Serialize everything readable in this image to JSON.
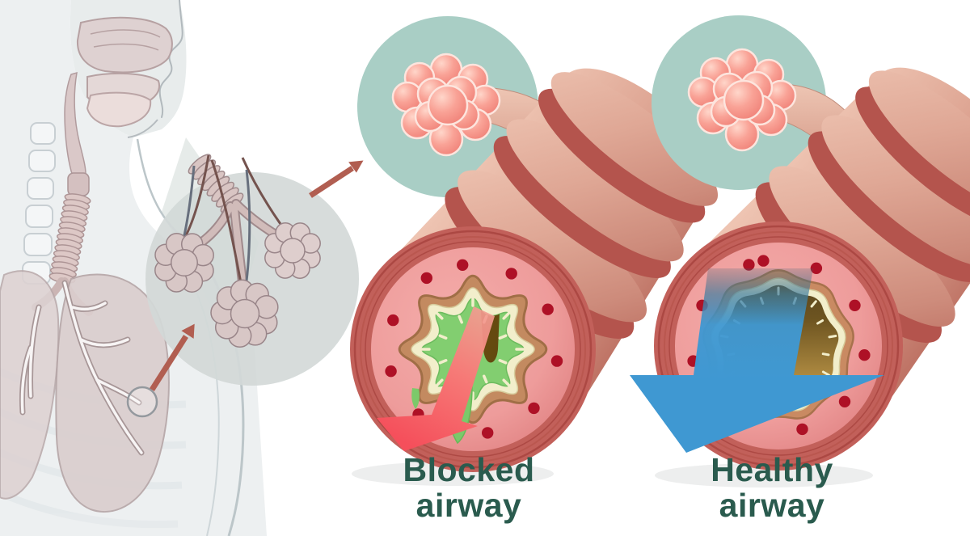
{
  "figure": {
    "type": "medical-illustration",
    "topic": "Comparison of a blocked (asthmatic) airway and a healthy airway with magnified alveoli",
    "panels": {
      "blocked": {
        "label_line1": "Blocked",
        "label_line2": "airway"
      },
      "healthy": {
        "label_line1": "Healthy",
        "label_line2": "airway"
      }
    },
    "colors": {
      "label_text": "#2a5b4e",
      "teal_circle": "#a9cec5",
      "alveoli_pink": "#f4948a",
      "tube_body_tan": "#dfa795",
      "airway_band_red": "#b4544d",
      "airway_wall_pink": "#ee9c9b",
      "mucosa_tan": "#c38a60",
      "lining_cream": "#f2eecb",
      "mucus_green": "#82ce70",
      "lumen_brown": "#6b4e13",
      "healthy_lumen_gold": "#c9a65f",
      "blood_dot_red": "#ae1126",
      "blocked_arrow_red": "#f5525f",
      "healthy_arrow_blue": "#3f98d2",
      "zoom_arrow_rust": "#ad5648",
      "magnifier_gray": "#d0d7d6",
      "anatomy_mauve": "#d9cccc"
    }
  }
}
